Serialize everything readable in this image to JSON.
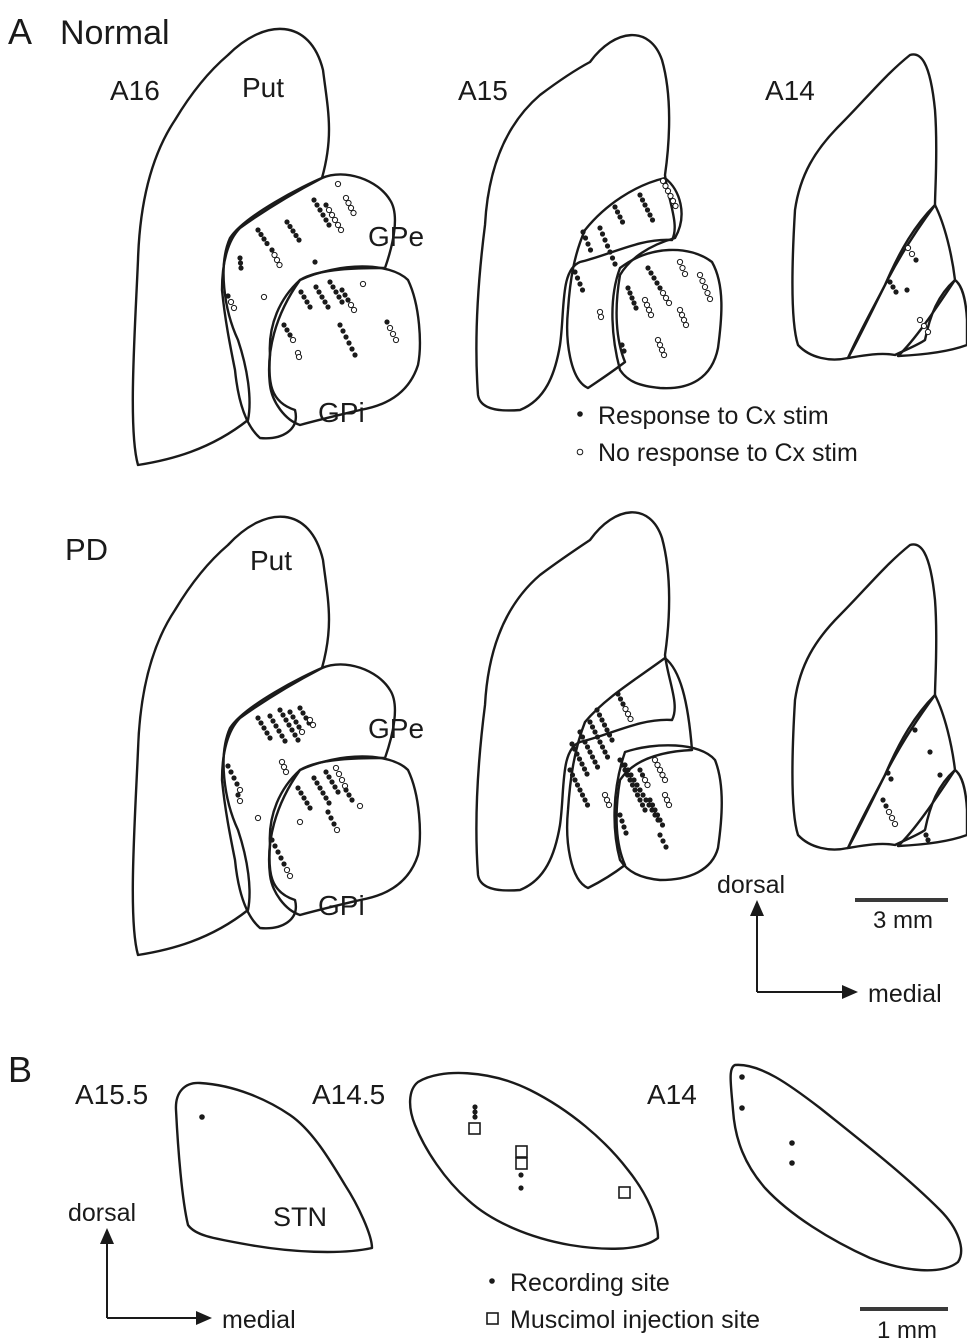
{
  "panel_a": {
    "panel_letter": "A",
    "condition_normal": "Normal",
    "condition_pd": "PD",
    "section_labels": [
      "A16",
      "A15",
      "A14"
    ],
    "region_labels": {
      "putamen": "Put",
      "gpe": "GPe",
      "gpi": "GPi"
    },
    "legend": {
      "response": "Response to Cx stim",
      "no_response": "No response to Cx stim"
    },
    "orientation": {
      "up": "dorsal",
      "right": "medial"
    },
    "scale_bar": "3 mm"
  },
  "panel_b": {
    "panel_letter": "B",
    "section_labels": [
      "A15.5",
      "A14.5",
      "A14"
    ],
    "region_label": "STN",
    "legend": {
      "recording": "Recording site",
      "muscimol": "Muscimol injection site"
    },
    "orientation": {
      "up": "dorsal",
      "right": "medial"
    },
    "scale_bar": "1 mm"
  }
}
